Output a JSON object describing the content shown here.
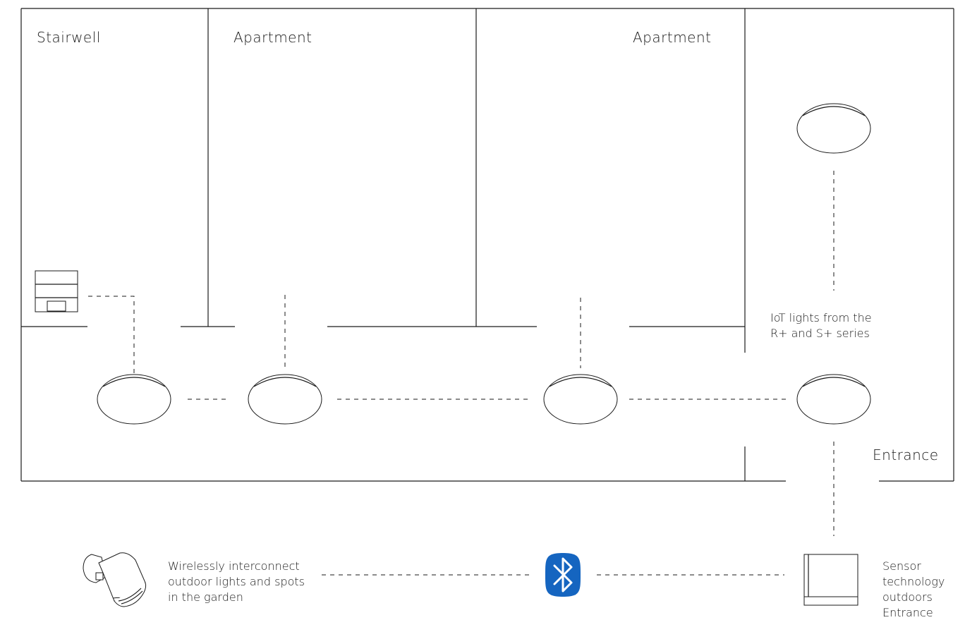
{
  "rooms": {
    "stairwell": "Stairwell",
    "apartment_left": "Apartment",
    "apartment_right": "Apartment",
    "entrance": "Entrance"
  },
  "iot_caption": [
    "IoT lights from the",
    "R+ and S+ series"
  ],
  "garden_caption": [
    "Wirelessly interconnect",
    "outdoor lights and spots",
    "in the garden"
  ],
  "sensor_caption": [
    "Sensor",
    "technology",
    "outdoors",
    "Entrance"
  ],
  "icons": {
    "ceiling_light": "ceiling-light-icon",
    "wall_switch": "wall-switch-icon",
    "bluetooth": "bluetooth-icon",
    "garden_spot": "garden-spotlight-icon",
    "outdoor_sensor": "outdoor-sensor-icon"
  },
  "colors": {
    "bluetooth": "#1565c0",
    "lines": "#1a1a1a"
  }
}
